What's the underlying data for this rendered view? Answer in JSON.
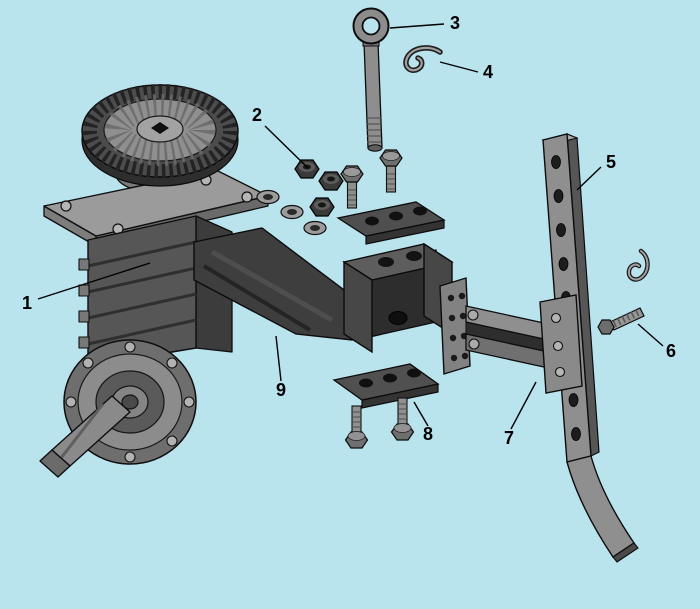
{
  "figure": {
    "type": "exploded-parts-diagram",
    "background_color": "#b9e3ed",
    "outline_color": "#000000",
    "metal_light": "#a8a8a8",
    "metal_mid": "#7a7a7a",
    "metal_dark": "#3f3f3f"
  },
  "labels": [
    {
      "number": "1"
    },
    {
      "number": "2"
    },
    {
      "number": "3"
    },
    {
      "number": "4"
    },
    {
      "number": "5"
    },
    {
      "number": "6"
    },
    {
      "number": "7"
    },
    {
      "number": "8"
    },
    {
      "number": "9"
    }
  ]
}
